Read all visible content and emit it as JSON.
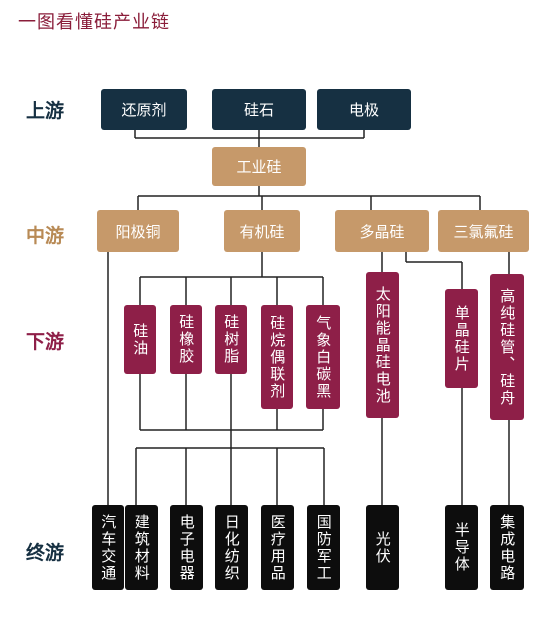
{
  "title": "一图看懂硅产业链",
  "stages": {
    "up": "上游",
    "mid": "中游",
    "down": "下游",
    "end": "终游"
  },
  "colors": {
    "title": "#8a1d3a",
    "up": "#163042",
    "mid": "#c6996a",
    "down": "#8e1f48",
    "end": "#0d0d0d"
  },
  "upstream": [
    "还原剂",
    "硅石",
    "电极"
  ],
  "core": "工业硅",
  "midstream": [
    "阳极铜",
    "有机硅",
    "多晶硅",
    "三氯氟硅"
  ],
  "downstream": [
    "硅油",
    "硅橡胶",
    "硅树脂",
    "硅烷偶联剂",
    "气象白碳黑",
    "太阳能晶硅电池",
    "单晶硅片",
    "高纯硅管、硅舟"
  ],
  "terminal": [
    "汽车交通",
    "建筑材料",
    "电子电器",
    "日化纺织",
    "医疗用品",
    "国防军工",
    "光伏",
    "半导体",
    "集成电路"
  ]
}
